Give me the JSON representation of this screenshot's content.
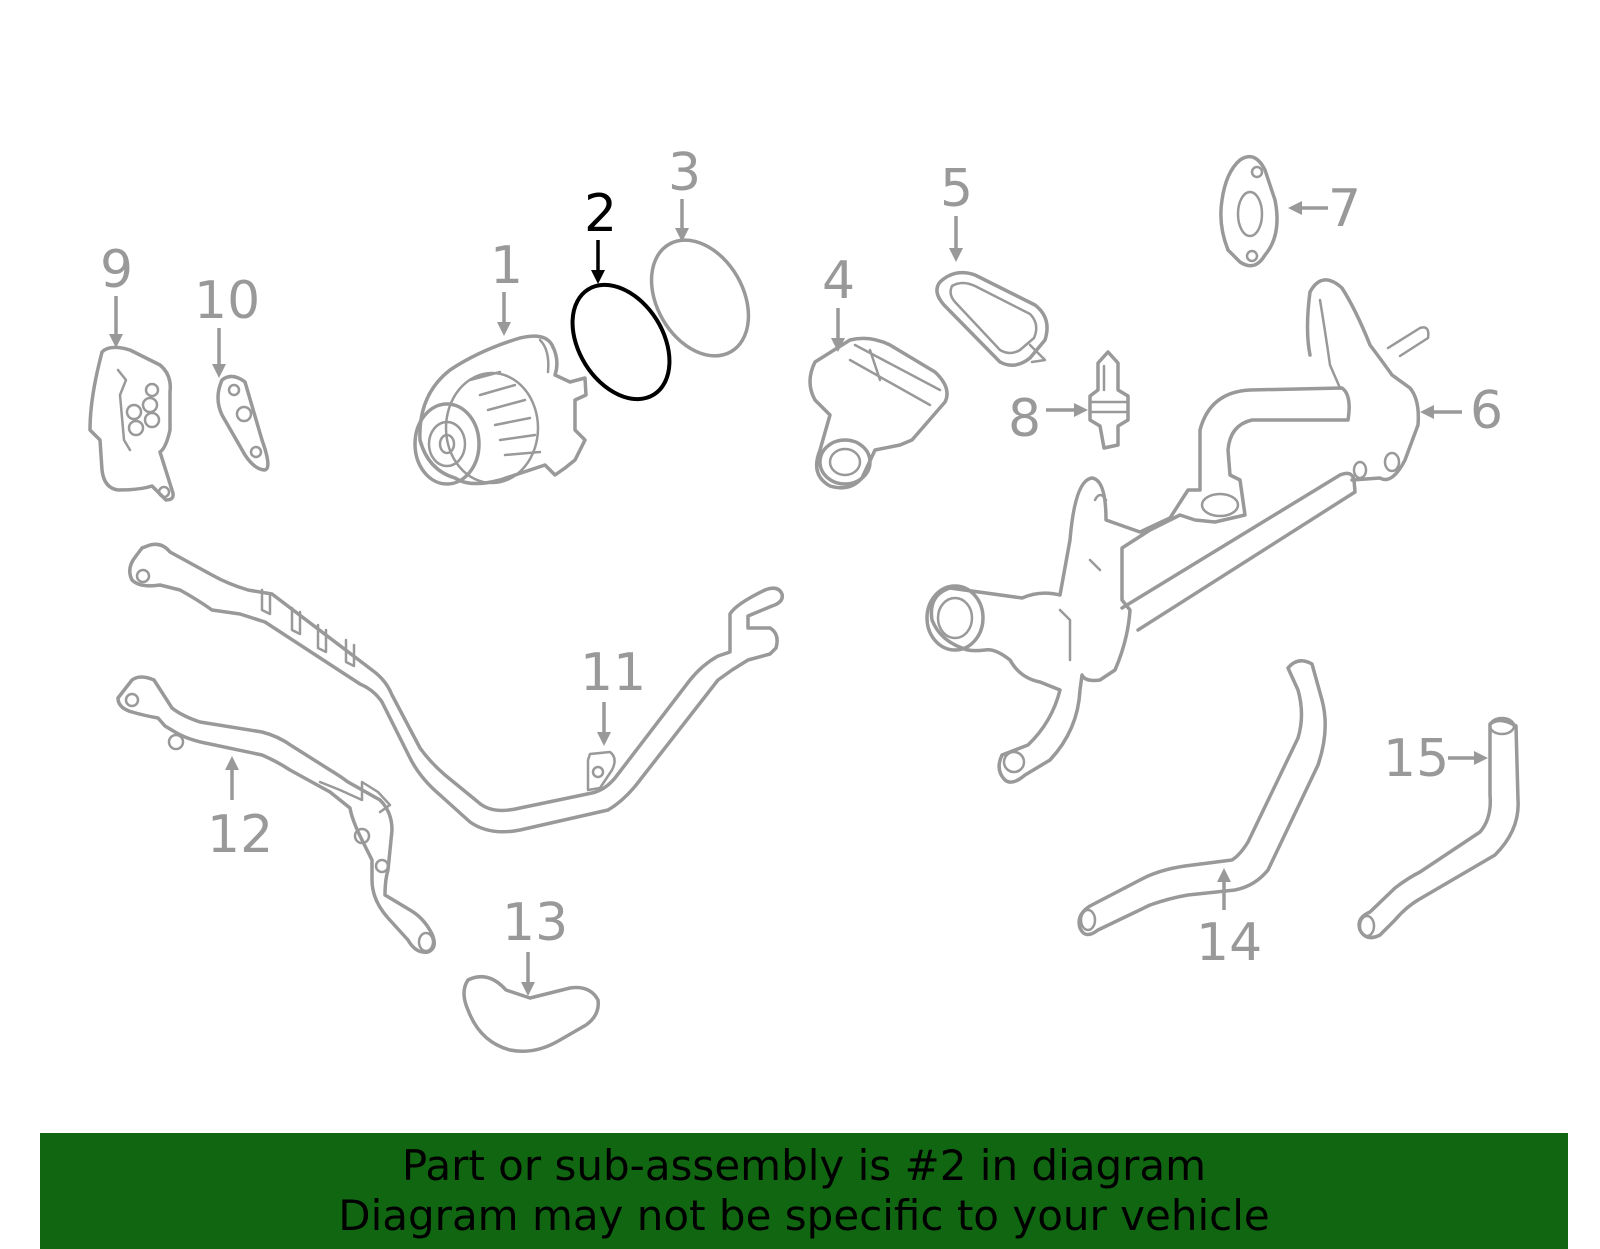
{
  "callouts": {
    "c1": "1",
    "c2": "2",
    "c3": "3",
    "c4": "4",
    "c5": "5",
    "c6": "6",
    "c7": "7",
    "c8": "8",
    "c9": "9",
    "c10": "10",
    "c11": "11",
    "c12": "12",
    "c13": "13",
    "c14": "14",
    "c15": "15"
  },
  "highlighted_part": "2",
  "colors": {
    "part_stroke": "#999999",
    "highlight": "#000000",
    "banner_background": "#116611",
    "banner_text": "#000000"
  },
  "banner": {
    "line1": "Part or sub-assembly is #2 in diagram",
    "line2": "Diagram may not be specific to your vehicle"
  }
}
